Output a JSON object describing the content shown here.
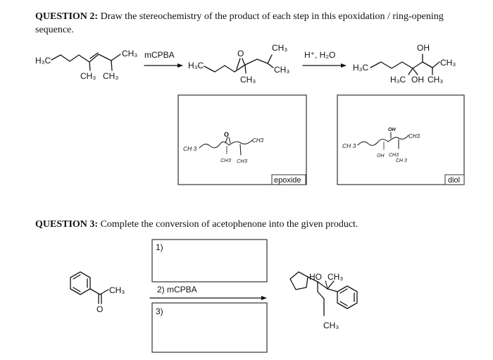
{
  "q2": {
    "label": "QUESTION 2:",
    "text": " Draw the stereochemistry of the product of each step in this epoxidation / ring-opening sequence.",
    "reagent1": "mCPBA",
    "reagent2": "H⁺, H₂O",
    "box1_tag": "epoxide",
    "box2_tag": "diol",
    "sm_labels": {
      "h3c": "H₃C",
      "ch3_right": "CH₃",
      "ch3_a": "CH₃",
      "ch3_b": "CH₃"
    },
    "epoxide_labels": {
      "h3c": "H₃C",
      "o": "O",
      "ch3_top": "CH₃",
      "ch3_right": "CH₃",
      "ch3_bottom": "CH₃"
    },
    "diol_labels": {
      "oh_top": "OH",
      "h3c": "H₃C",
      "ch3_right": "CH₃",
      "h3c_bottom": "H₃C",
      "oh_bottom": "OH",
      "ch3_bottom": "CH₃"
    },
    "hand1": {
      "ch3_left": "CH 3",
      "o": "O",
      "ch3_right": "CH3",
      "ch3_bot1": "CH3",
      "ch3_bot2": "CH3"
    },
    "hand2": {
      "ch3_left": "CH 3",
      "oh_top": "OH",
      "ch3_right": "CH3",
      "oh_bot": "OH",
      "ch3_bot": "CH3",
      "ch3_bot2": "CH 3"
    }
  },
  "q3": {
    "label": "QUESTION 3:",
    "text": " Complete the conversion of acetophenone into the given product.",
    "step1": "1)",
    "step2": "2) mCPBA",
    "step3": "3)",
    "sm_ch3": "CH₃",
    "sm_o": "O",
    "prod_ho": "HO",
    "prod_ch3_top": "CH₃",
    "prod_ch3_bottom": "CH₃"
  }
}
